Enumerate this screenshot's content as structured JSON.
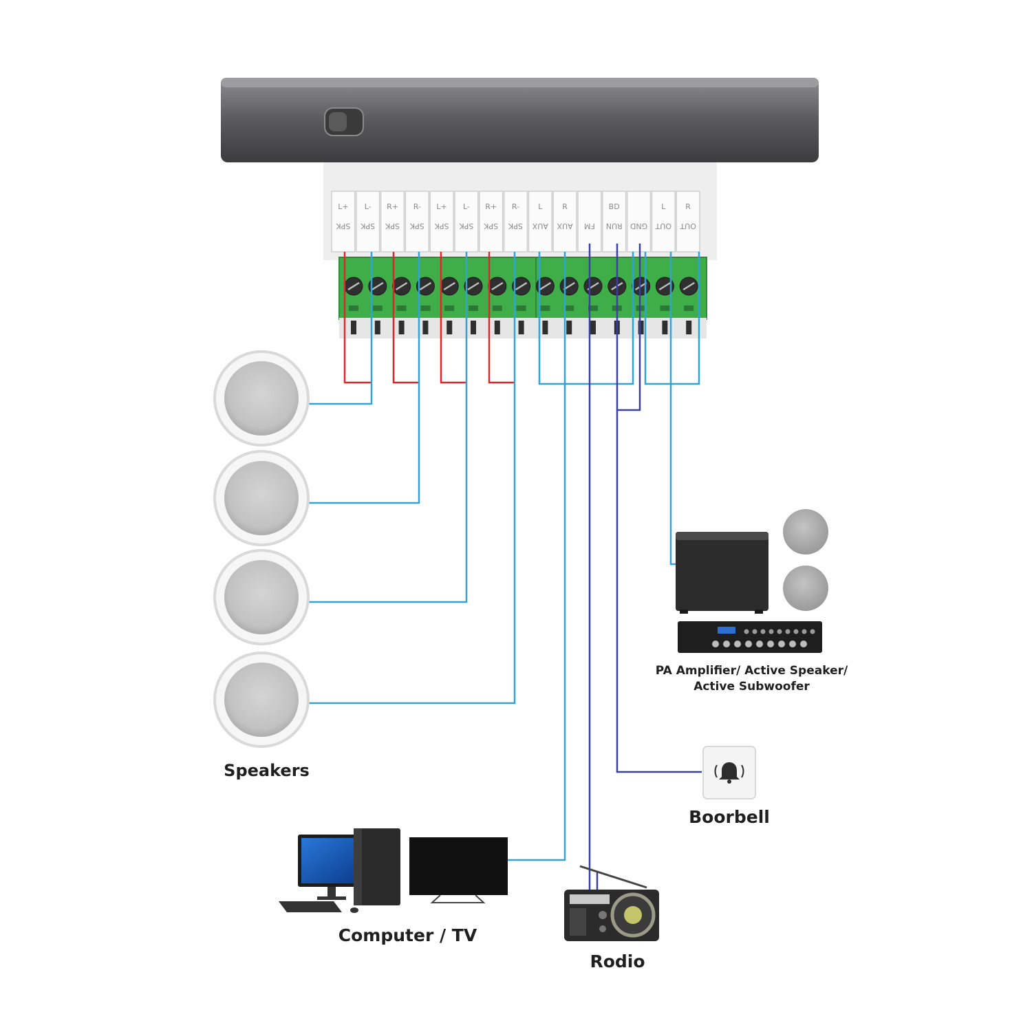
{
  "colors": {
    "speaker_positive": "#e0252b",
    "signal_wire": "#30a4d8",
    "control_wire": "#3b3f9e",
    "terminal_green": "#3fae48",
    "panel_dark": "#4a4a4c"
  },
  "terminals": {
    "speaker_block": [
      {
        "top": "L+",
        "bottom": "SPK"
      },
      {
        "top": "L-",
        "bottom": "SPK"
      },
      {
        "top": "R+",
        "bottom": "SPK"
      },
      {
        "top": "R-",
        "bottom": "SPK"
      },
      {
        "top": "L+",
        "bottom": "SPK"
      },
      {
        "top": "L-",
        "bottom": "SPK"
      },
      {
        "top": "R+",
        "bottom": "SPK"
      },
      {
        "top": "R-",
        "bottom": "SPK"
      }
    ],
    "io_block": [
      {
        "top": "L",
        "bottom": "AUX"
      },
      {
        "top": "R",
        "bottom": "AUX"
      },
      {
        "top": "",
        "bottom": "FM"
      },
      {
        "top": "BD",
        "bottom": "RUN"
      },
      {
        "top": "",
        "bottom": "GND"
      },
      {
        "top": "L",
        "bottom": "OUT"
      },
      {
        "top": "R",
        "bottom": "OUT"
      }
    ]
  },
  "labels": {
    "speakers": "Speakers",
    "pa_line1": "PA Amplifier/ Active Speaker/",
    "pa_line2": "Active Subwoofer",
    "doorbell": "Boorbell",
    "computer_tv": "Computer / TV",
    "radio": "Rodio"
  }
}
